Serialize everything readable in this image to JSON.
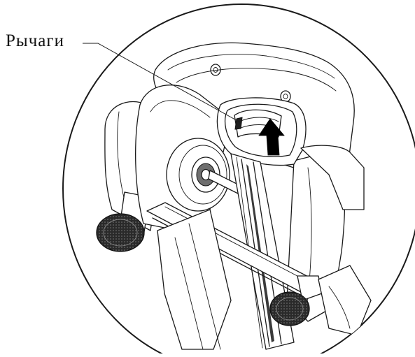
{
  "diagram": {
    "callout": {
      "label": "Рычаги",
      "target": "lever-handles"
    },
    "arrow": {
      "direction": "up",
      "color": "#000000"
    },
    "colors": {
      "line": "#1a1a1a",
      "background": "#ffffff"
    }
  }
}
